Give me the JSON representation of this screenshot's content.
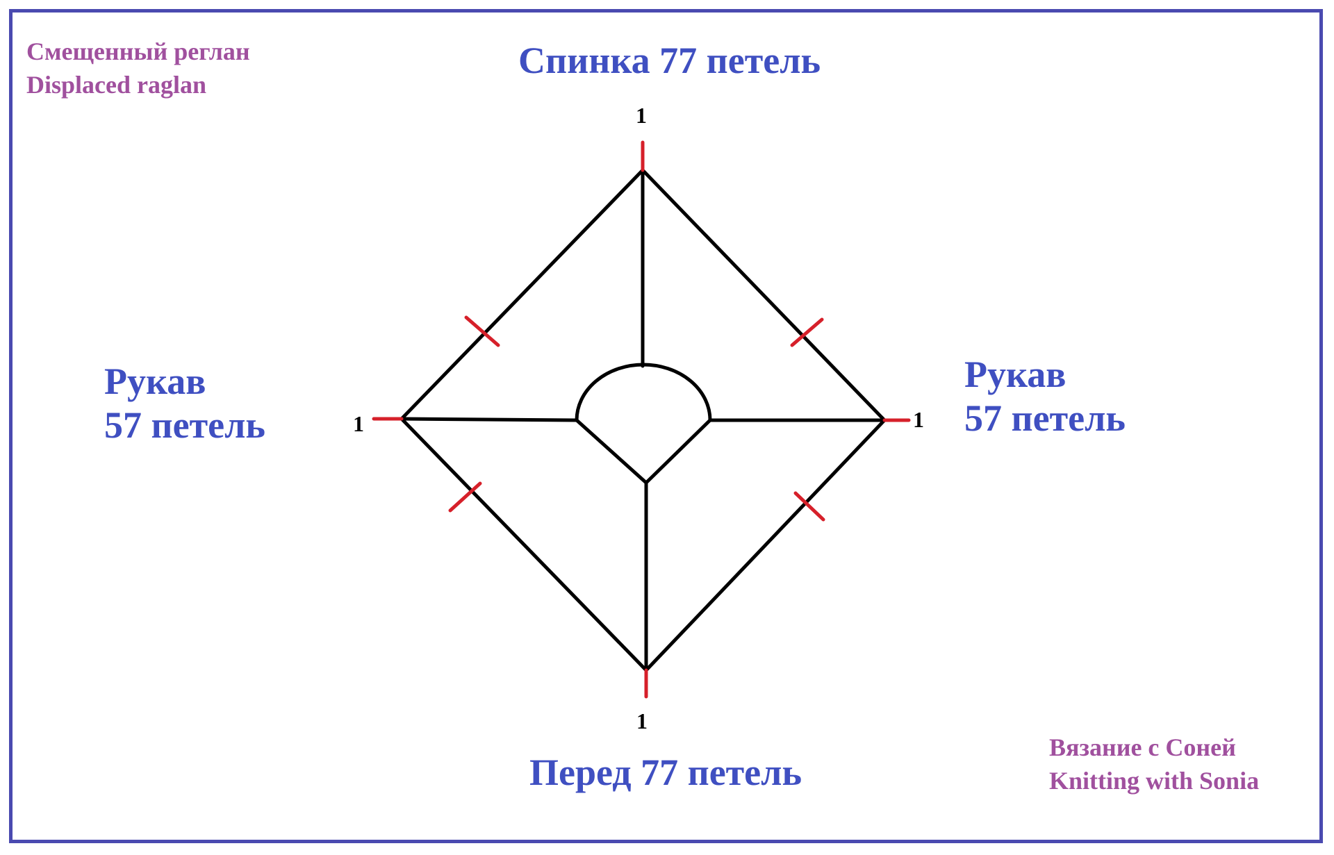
{
  "title": {
    "line1": "Смещенный реглан",
    "line2": "Displaced raglan"
  },
  "author": {
    "line1": "Вязание с Соней",
    "line2": "Knitting with Sonia"
  },
  "sections": {
    "back": "Спинка 77 петель",
    "front": "Перед 77 петель",
    "sleeve_left": {
      "line1": "Рукав",
      "line2": "57 петель"
    },
    "sleeve_right": {
      "line1": "Рукав",
      "line2": "57 петель"
    }
  },
  "corner_stitches": {
    "top": "1",
    "left": "1",
    "right": "1",
    "bottom": "1"
  },
  "colors": {
    "frame": "#4a4ab0",
    "heading": "#3f4fc1",
    "caption": "#a0509e",
    "lines": "#000000",
    "markers": "#d6202a"
  }
}
